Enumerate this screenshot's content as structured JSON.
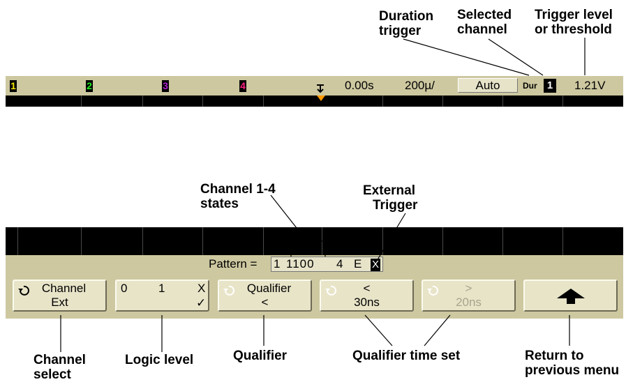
{
  "callouts": {
    "duration_trigger": [
      "Duration",
      "trigger"
    ],
    "selected_channel": [
      "Selected",
      "channel"
    ],
    "trigger_level": [
      "Trigger level",
      "or threshold"
    ],
    "channel_states": [
      "Channel 1-4",
      "states"
    ],
    "external_trigger": [
      "External",
      "Trigger"
    ],
    "channel_select": [
      "Channel",
      "select"
    ],
    "logic_level": [
      "Logic level"
    ],
    "qualifier": [
      "Qualifier"
    ],
    "qualifier_time_set": [
      "Qualifier time set"
    ],
    "return_previous": [
      "Return to",
      "previous menu"
    ]
  },
  "status_bar": {
    "channels": [
      {
        "label": "1",
        "color": "#f2e600"
      },
      {
        "label": "2",
        "color": "#22ee22"
      },
      {
        "label": "3",
        "color": "#b020d0"
      },
      {
        "label": "4",
        "color": "#ff2080"
      }
    ],
    "delay": "0.00s",
    "time_per_div": "200µ/",
    "mode": "Auto",
    "trigger_type": "Dur",
    "selected_channel": "1",
    "trigger_level": "1.21V",
    "trigger_marker_color": "#ff9900"
  },
  "pattern": {
    "label": "Pattern =",
    "ch1": "1",
    "ch2_4": "1100",
    "ch4": "4",
    "ext": "E",
    "ext_state": "X"
  },
  "softkeys": {
    "channel": {
      "top": "Channel",
      "bottom": "Ext"
    },
    "logic": {
      "zero": "0",
      "one": "1",
      "dontcare": "X",
      "check": "✓"
    },
    "qualifier": {
      "top": "Qualifier",
      "bottom": "<"
    },
    "less_than": {
      "top": "<",
      "bottom": "30ns"
    },
    "greater_than": {
      "top": ">",
      "bottom": "20ns"
    },
    "back": {
      "icon": "up-arrow-icon"
    }
  }
}
